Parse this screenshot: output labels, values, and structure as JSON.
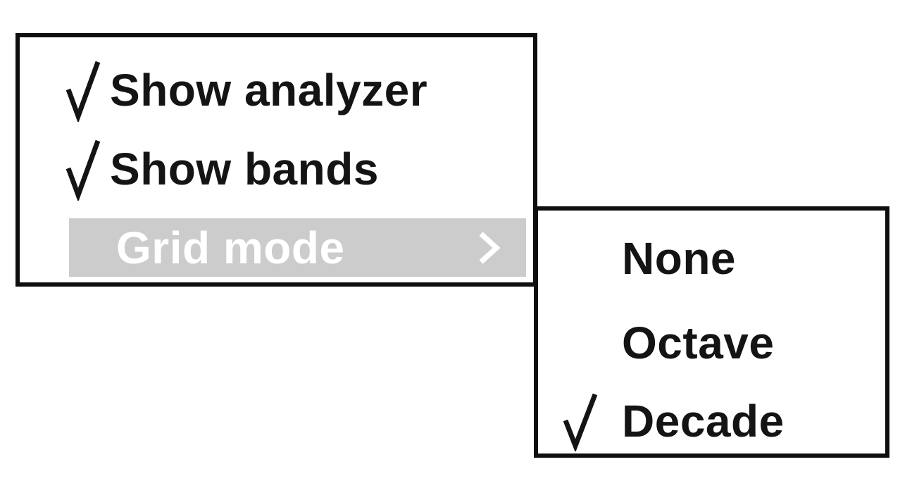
{
  "main_menu": {
    "items": [
      {
        "label": "Show analyzer",
        "checked": true
      },
      {
        "label": "Show bands",
        "checked": true
      },
      {
        "label": "Grid mode",
        "checked": false,
        "highlighted": true,
        "has_submenu": true
      }
    ]
  },
  "submenu": {
    "items": [
      {
        "label": "None",
        "checked": false
      },
      {
        "label": "Octave",
        "checked": false
      },
      {
        "label": "Decade",
        "checked": true
      }
    ]
  },
  "icons": {
    "checkmark": "√",
    "submenu_arrow": "›"
  },
  "colors": {
    "background": "#ffffff",
    "menu_background": "#ffffff",
    "border": "#0f0f0f",
    "text": "#141414",
    "highlight_background": "#cccccc",
    "highlight_text": "#ffffff"
  }
}
